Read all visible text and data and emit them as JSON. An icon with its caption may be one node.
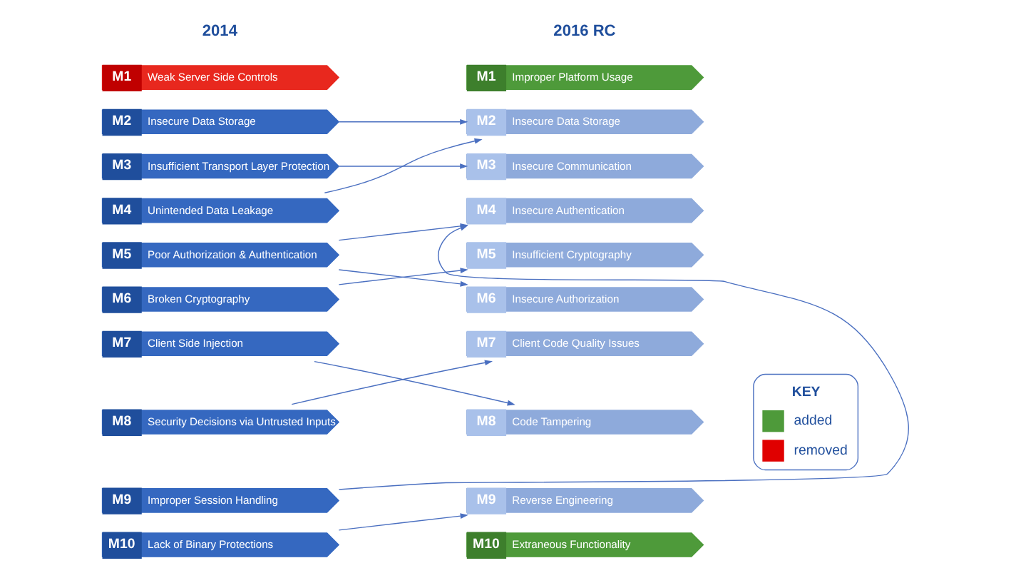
{
  "diagram": {
    "nodes": [
      {
        "text": [
          "M1",
          "Weak Server Side Controls"
        ]
      },
      {
        "text": [
          "M2",
          "Insecure Data Storage"
        ]
      },
      {
        "text": [
          "M3",
          "Insufficient Transport Layer Protection"
        ]
      },
      {
        "text": [
          "M4",
          "Unintended Data Leakage"
        ]
      },
      {
        "text": [
          "M5",
          "Poor Authorization & Authentication"
        ]
      },
      {
        "text": [
          "M6",
          "Broken Cryptography"
        ]
      },
      {
        "text": [
          "M7",
          "Client Side Injection"
        ]
      },
      {
        "text": [
          "M8",
          "Security Decisions via Untrusted Inputs"
        ]
      },
      {
        "text": [
          "M9",
          "Improper Session Handling"
        ]
      },
      {
        "text": [
          "M10",
          "Lack of Binary Protections"
        ]
      },
      {
        "text": [
          "M1",
          "Improper Platform Usage"
        ]
      },
      {
        "text": [
          "M2",
          "Insecure Data Storage"
        ]
      },
      {
        "text": [
          "M3",
          "Insecure Communication"
        ]
      },
      {
        "text": [
          "M4",
          "Insecure Authentication"
        ]
      },
      {
        "text": [
          "M5",
          "Insufficient Cryptography"
        ]
      },
      {
        "text": [
          "M6",
          "Insecure Authorization"
        ]
      },
      {
        "text": [
          "M7",
          "Client Code Quality Issues"
        ]
      },
      {
        "text": [
          "M8",
          "Code Tampering"
        ]
      },
      {
        "text": [
          "M9",
          "Reverse Engineering"
        ]
      },
      {
        "text": [
          "M10",
          "Extraneous Functionality"
        ]
      }
    ],
    "edges": [
      {
        "from": 1,
        "to": 11,
        "arrow": "to"
      },
      {
        "from": 2,
        "to": 12,
        "arrow": "to"
      },
      {
        "from": 3,
        "to": 11,
        "arrow": "to"
      },
      {
        "from": 4,
        "to": 13,
        "arrow": "to"
      },
      {
        "from": 4,
        "to": 15,
        "arrow": "to"
      },
      {
        "from": 5,
        "to": 14,
        "arrow": "to"
      },
      {
        "from": 6,
        "to": 17,
        "arrow": "to"
      },
      {
        "from": 7,
        "to": 16,
        "arrow": "to"
      },
      {
        "from": 8,
        "to": 13,
        "arrow": "to"
      },
      {
        "from": 9,
        "to": 18,
        "arrow": "to"
      }
    ],
    "labels": [
      "2014",
      "2016 RC",
      "KEY"
    ],
    "legend": [
      {
        "text": "added",
        "color": "#4e9a3a"
      },
      {
        "text": "removed",
        "color": "#e00000"
      }
    ]
  }
}
